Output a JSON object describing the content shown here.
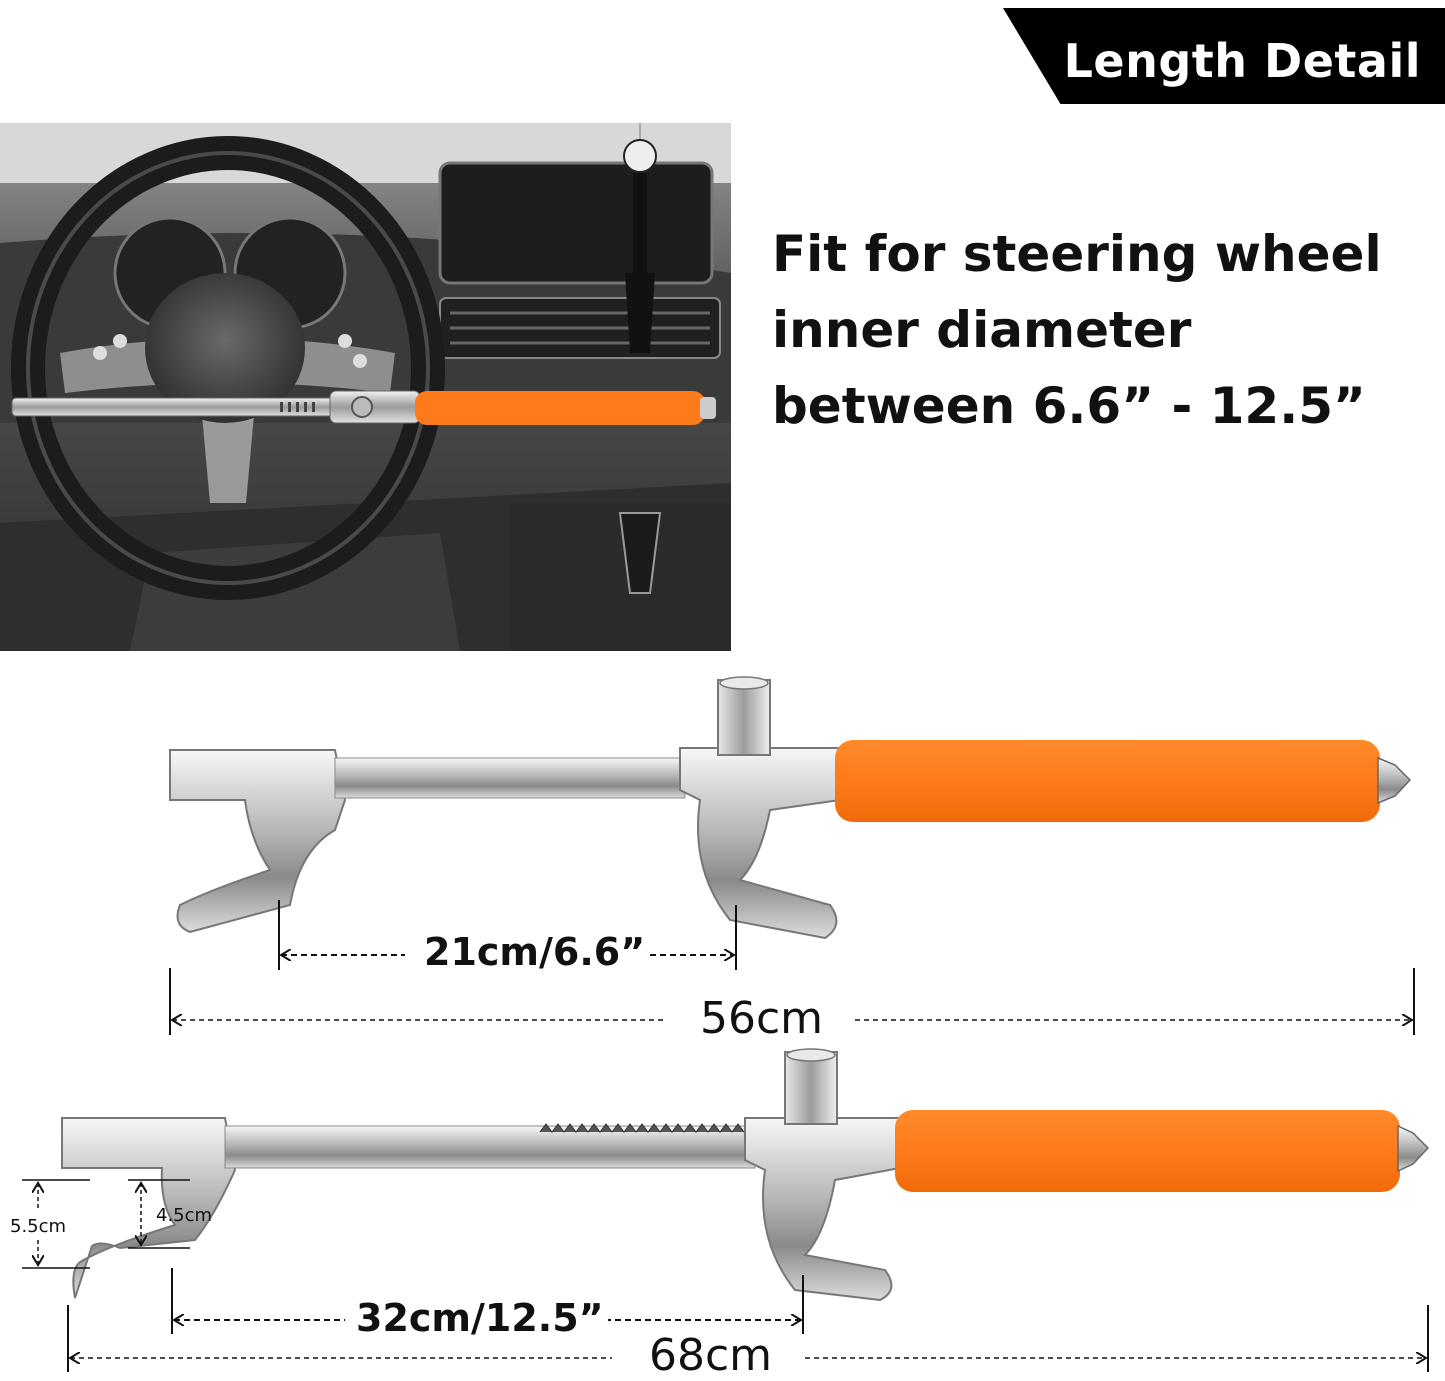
{
  "banner": {
    "title": "Length Detail"
  },
  "description": {
    "line1": "Fit for steering wheel",
    "line2": "inner diameter",
    "line3": "between 6.6”  - 12.5”"
  },
  "lock_short": {
    "inner_span_label": "21cm/6.6”",
    "total_length_label": "56cm"
  },
  "lock_extended": {
    "inner_span_label": "32cm/12.5”",
    "total_length_label": "68cm",
    "hook_outer_label": "5.5cm",
    "hook_inner_label": "4.5cm"
  },
  "colors": {
    "handle_orange": "#ff7a1a",
    "steel": "#c9c9c9",
    "banner_black": "#000000"
  }
}
